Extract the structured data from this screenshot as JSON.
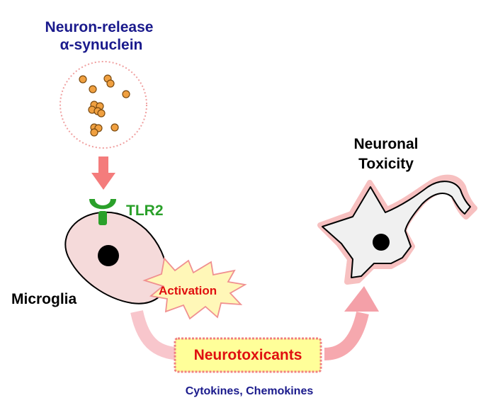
{
  "source": {
    "title_line1": "Neuron-release",
    "title_line2": "α-synuclein",
    "title_color": "#1a1a8c"
  },
  "receptor": {
    "label": "TLR2",
    "color": "#2aa02a",
    "icon": "tlr2-receptor-icon"
  },
  "microglia": {
    "label": "Microglia",
    "fill": "#f5dada"
  },
  "activation": {
    "label": "Activation",
    "text_color": "#e01010",
    "fill": "#fff7b8"
  },
  "neurotoxicants": {
    "label": "Neurotoxicants",
    "sublabel": "Cytokines, Chemokines",
    "box_fill": "#ffff99",
    "border_color": "#f08080"
  },
  "outcome": {
    "label_line1": "Neuronal",
    "label_line2": "Toxicity",
    "neuron_fill": "#f0f0f0"
  },
  "colors": {
    "particle": "#f0a040",
    "arrow": "#f47c7c",
    "flow_arrow": "#f6a8ae",
    "label_dark": "#000000",
    "navy": "#1a1a8c"
  }
}
